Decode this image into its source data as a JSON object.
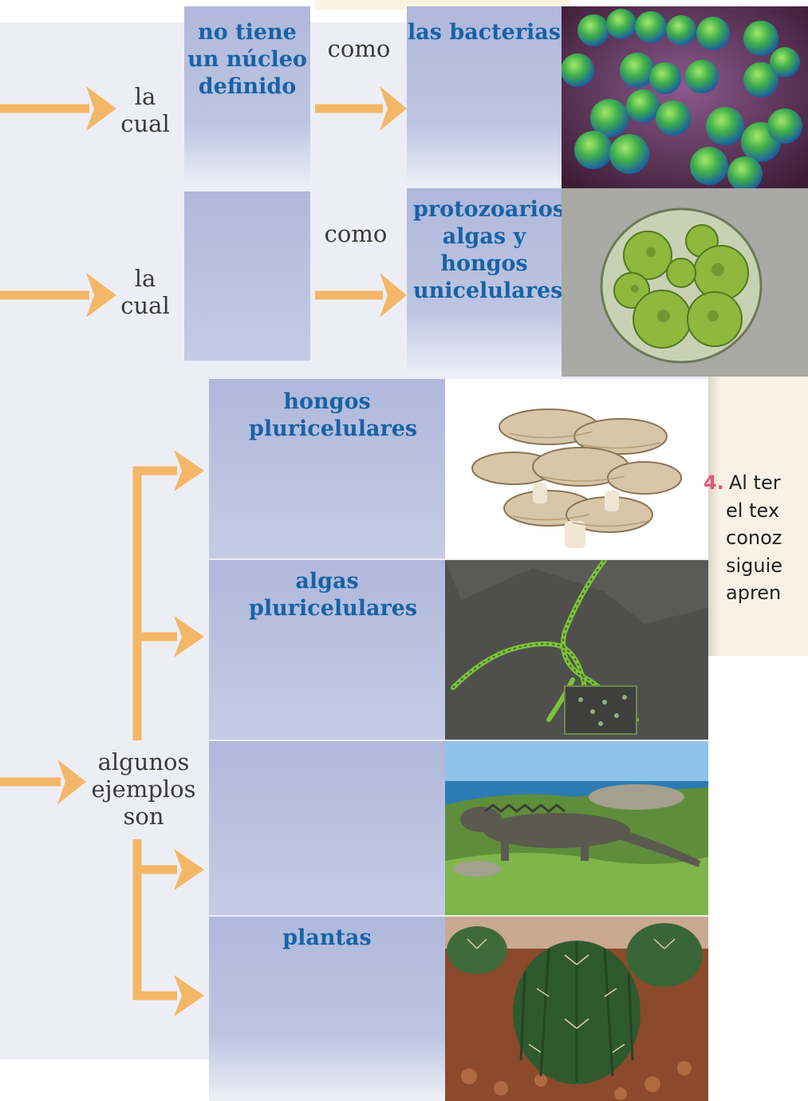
{
  "connectors": {
    "row1": "la cual",
    "row2": "la cual",
    "row3": "algunos ejemplos son",
    "como_1": "como",
    "como_2": "como"
  },
  "boxes": {
    "no_nucleus": "no tiene un núcleo definido",
    "nucleus_blank": "",
    "bacteria": "las bacterias",
    "protozoa": "protozoarios, algas y hongos unicelulares",
    "fungi": "hongos pluricelulares",
    "algae": "algas pluricelulares",
    "animals_blank": "",
    "plants": "plantas"
  },
  "images": [
    "bacteria-photo",
    "protist-photo",
    "mushroom-photo",
    "algae-micrograph-photo",
    "iguana-photo",
    "cactus-photo"
  ],
  "side_note": {
    "number": "4.",
    "lines": [
      "Al ter",
      "el tex",
      "conoz",
      "siguie",
      "apren"
    ]
  },
  "colors": {
    "arrow": "#f4b767",
    "box_text": "#1763a8",
    "box_fill": "#b0b8db",
    "accent_number": "#e0587d"
  }
}
